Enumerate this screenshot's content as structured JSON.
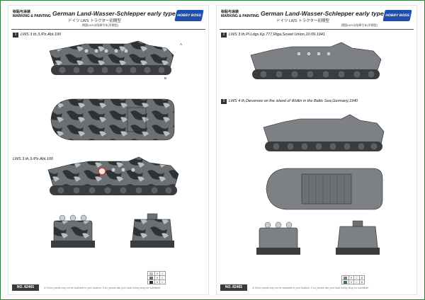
{
  "left_page": {
    "header_tag_cn": "标贴与涂装",
    "header_tag_en": "MARKING & PAINTING",
    "title": "German Land-Wasser-Schlepper early type",
    "subtitle_jp": "ドイツ LWS トラクター初期型",
    "subtitle_cn": "德国LWS水陆牵引车(早期型)",
    "logo": "HOBBY BOSS",
    "sections": [
      {
        "num": "1",
        "label": "LWS 3 th,3./Pz.Abt.100"
      }
    ],
    "view2_label": "LWS 3 th,3./Pz.Abt.100",
    "product_no": "NO. 82465",
    "footnote": "※ Some paints may not be available in your location. If so, please ask your local hobby shop for substitute."
  },
  "right_page": {
    "header_tag_cn": "标贴与涂装",
    "header_tag_en": "MARKING & PAINTING",
    "title": "German Land-Wasser-Schlepper early type",
    "subtitle_jp": "ドイツ LWS トラクター初期型",
    "subtitle_cn": "德国LWS水陆牵引车(早期型)",
    "logo": "HOBBY BOSS",
    "sections": [
      {
        "num": "2",
        "label": "LWS 3 th,Pi.Ldgs.Kp.777,Riga,Soviet Union,10.09.1941"
      },
      {
        "num": "3",
        "label": "LWS 4 th,Dievenow on the island of Wollin in the Baltic Sea,Germany,1940"
      }
    ],
    "product_no": "NO. 82465",
    "footnote": "※ Some paints may not be available in your location. If so, please ask your local hobby shop for substitute."
  },
  "callouts": [
    "A",
    "B"
  ],
  "colors": {
    "frame": "#2f7d3a",
    "camo_dark": "#2e3236",
    "camo_mid": "#6b7075",
    "camo_light": "#b9bec2",
    "grey": "#7d8185",
    "logo_blue": "#1f4fae"
  }
}
